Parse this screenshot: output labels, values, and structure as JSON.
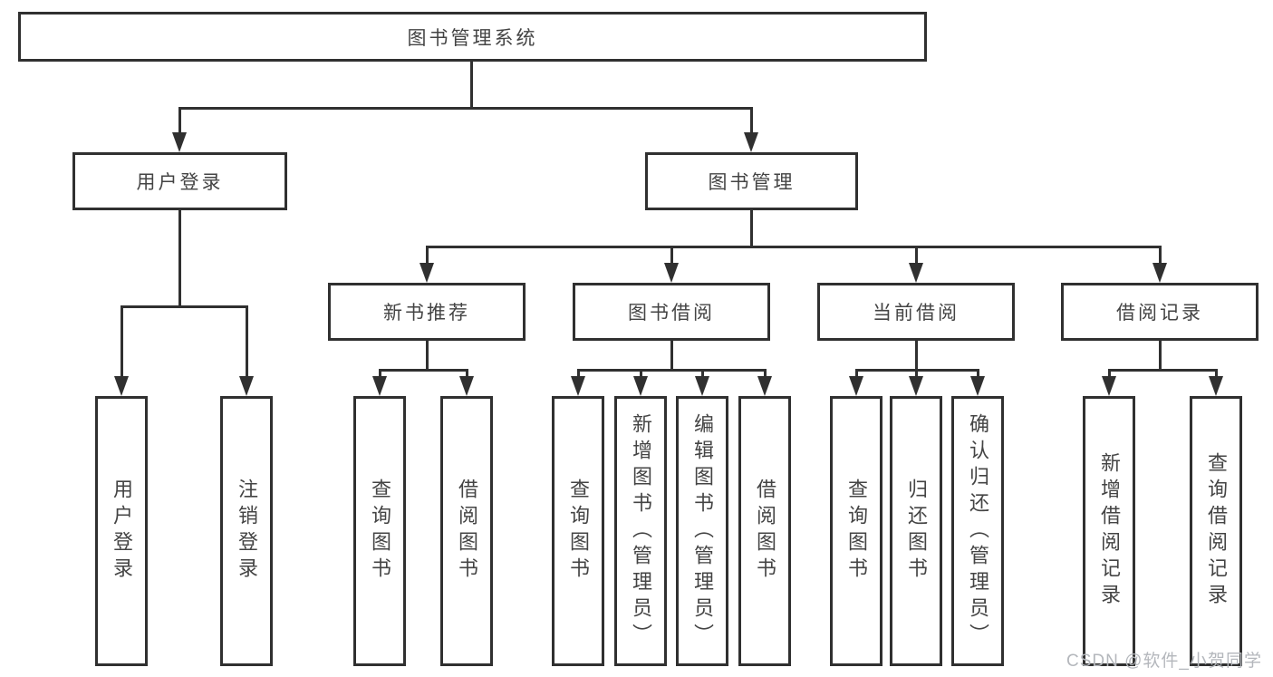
{
  "tree": {
    "root": {
      "label": "图书管理系统"
    },
    "branches": [
      {
        "label": "用户登录",
        "children": [
          {
            "label": "用户登录"
          },
          {
            "label": "注销登录"
          }
        ]
      },
      {
        "label": "图书管理",
        "children": [
          {
            "label": "新书推荐",
            "children": [
              {
                "label": "查询图书"
              },
              {
                "label": "借阅图书"
              }
            ]
          },
          {
            "label": "图书借阅",
            "children": [
              {
                "label": "查询图书"
              },
              {
                "label": "新增图书（管理员）"
              },
              {
                "label": "编辑图书（管理员）"
              },
              {
                "label": "借阅图书"
              }
            ]
          },
          {
            "label": "当前借阅",
            "children": [
              {
                "label": "查询图书"
              },
              {
                "label": "归还图书"
              },
              {
                "label": "确认归还（管理员）"
              }
            ]
          },
          {
            "label": "借阅记录",
            "children": [
              {
                "label": "新增借阅记录"
              },
              {
                "label": "查询借阅记录"
              }
            ]
          }
        ]
      }
    ]
  },
  "watermark": "CSDN @软件_小贺同学",
  "colors": {
    "line": "#303030",
    "text": "#444444",
    "background": "#ffffff",
    "watermark": "#b4b7bc"
  }
}
